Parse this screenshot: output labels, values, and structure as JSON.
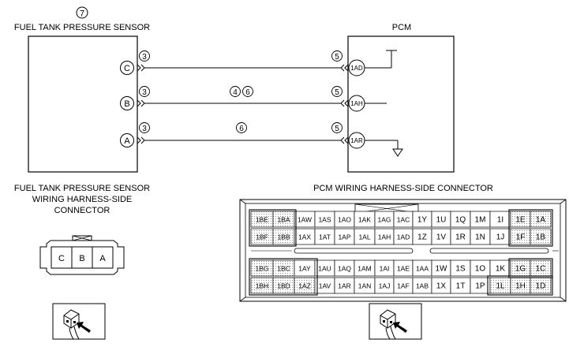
{
  "sensor": {
    "ref_number": "7",
    "title": "FUEL TANK PRESSURE SENSOR",
    "pins": [
      {
        "label": "C",
        "circuit_ref": "3"
      },
      {
        "label": "B",
        "circuit_ref": "3"
      },
      {
        "label": "A",
        "circuit_ref": "3"
      }
    ]
  },
  "pcm": {
    "title": "PCM",
    "pins": [
      {
        "label": "1AD",
        "circuit_ref": "5"
      },
      {
        "label": "1AH",
        "circuit_ref": "5"
      },
      {
        "label": "1AR",
        "circuit_ref": "5"
      }
    ]
  },
  "wire_refs": {
    "b_left": "4",
    "b_right": "6",
    "a": "6"
  },
  "sensor_connector": {
    "title_lines": [
      "FUEL TANK PRESSURE SENSOR",
      "WIRING HARNESS-SIDE",
      "CONNECTOR"
    ],
    "terminals": [
      "C",
      "B",
      "A"
    ]
  },
  "pcm_connector": {
    "title": "PCM WIRING HARNESS-SIDE CONNECTOR",
    "rows": [
      [
        "1BE",
        "1BA",
        "1AW",
        "1AS",
        "1AO",
        "1AK",
        "1AG",
        "1AC",
        "1Y",
        "1U",
        "1Q",
        "1M",
        "1I",
        "1E",
        "1A"
      ],
      [
        "1BF",
        "1BB",
        "1AX",
        "1AT",
        "1AP",
        "1AL",
        "1AH",
        "1AD",
        "1Z",
        "1V",
        "1R",
        "1N",
        "1J",
        "1F",
        "1B"
      ],
      [
        "1BG",
        "1BC",
        "1AY",
        "1AU",
        "1AQ",
        "1AM",
        "1AI",
        "1AE",
        "1AA",
        "1W",
        "1S",
        "1O",
        "1K",
        "1G",
        "1C"
      ],
      [
        "1BH",
        "1BD",
        "1AZ",
        "1AV",
        "1AR",
        "1AN",
        "1AJ",
        "1AF",
        "1AB",
        "1X",
        "1T",
        "1P",
        "1L",
        "1H",
        "1D"
      ]
    ]
  }
}
